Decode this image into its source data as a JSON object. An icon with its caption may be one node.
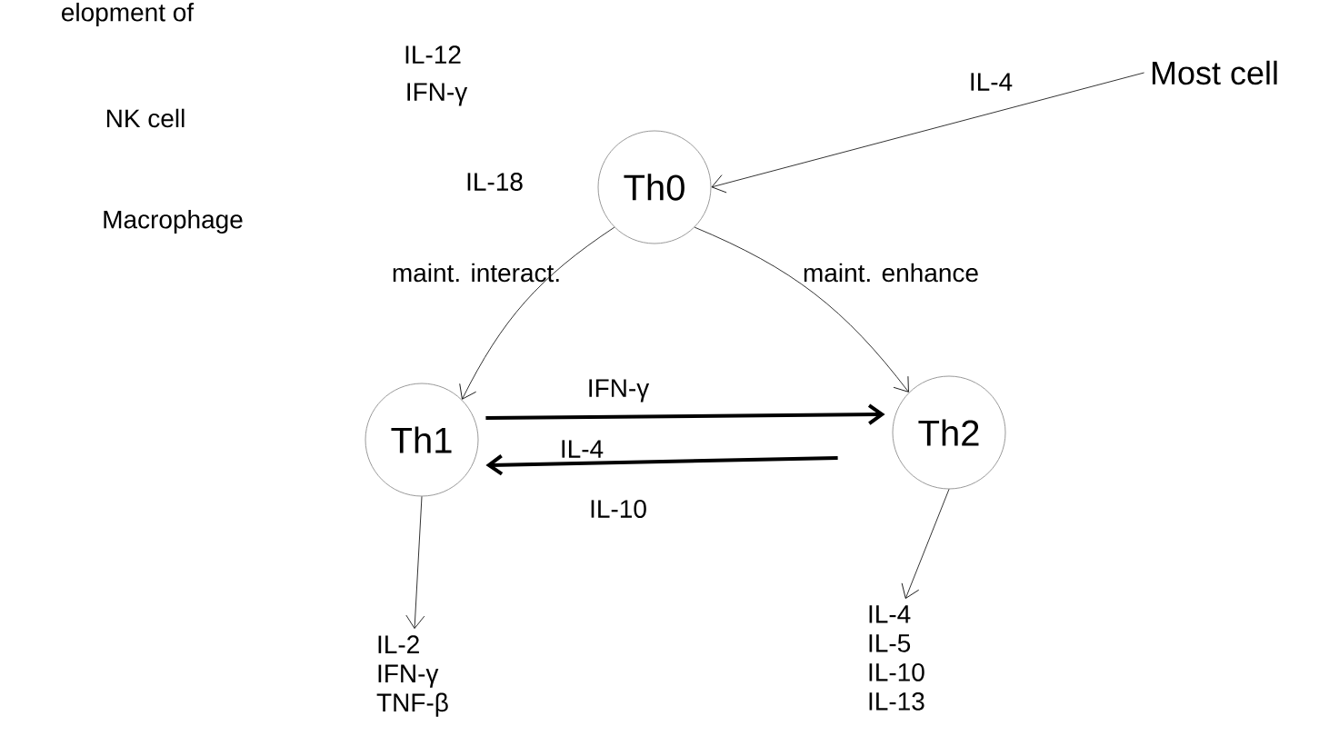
{
  "diagram": {
    "nodes": [
      {
        "text": [
          "Th0"
        ]
      },
      {
        "text": [
          "Most cell"
        ]
      },
      {
        "text": [
          "Th1"
        ]
      },
      {
        "text": [
          "Th2"
        ]
      },
      {
        "text": [
          "IL-2 IFN-γ TNF-β"
        ]
      },
      {
        "text": [
          "IL-4 IL-5 IL-10 IL-13"
        ]
      }
    ],
    "edges": [
      {
        "from": 1,
        "to": 0,
        "arrow": "to",
        "label": "IL-4"
      },
      {
        "from": 0,
        "to": 2,
        "arrow": "to"
      },
      {
        "from": 0,
        "to": 3,
        "arrow": "to"
      },
      {
        "from": 2,
        "to": 3,
        "arrow": "to",
        "label": "IFN-γ",
        "style": "thick"
      },
      {
        "from": 3,
        "to": 2,
        "arrow": "to",
        "label": "IL-10",
        "style": "thick"
      },
      {
        "from": 2,
        "to": 4,
        "arrow": "to"
      },
      {
        "from": 3,
        "to": 5,
        "arrow": "to"
      }
    ],
    "labels": [
      "elopment of",
      "NK cell",
      "IL-12",
      "IFN-γ",
      "Macrophage",
      "IL-18",
      "maint. interact.",
      "maint. enhance",
      "IL-4"
    ]
  }
}
